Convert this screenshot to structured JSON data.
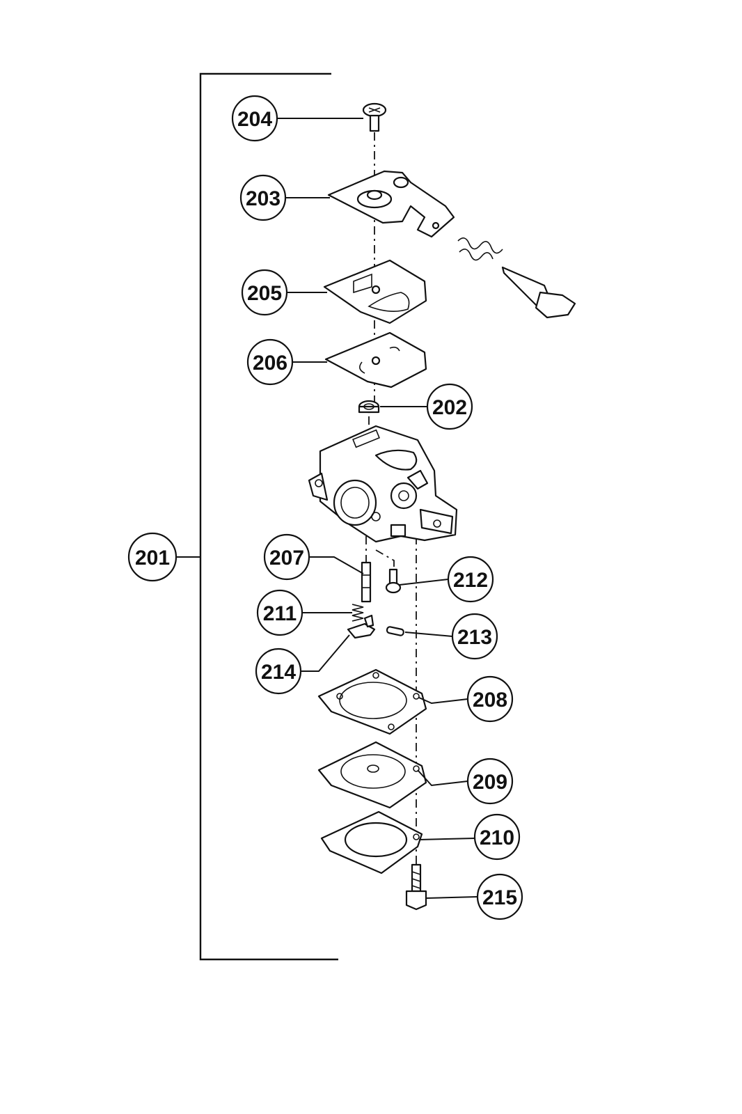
{
  "callouts": [
    {
      "label": "201"
    },
    {
      "label": "202"
    },
    {
      "label": "203"
    },
    {
      "label": "204"
    },
    {
      "label": "205"
    },
    {
      "label": "206"
    },
    {
      "label": "207"
    },
    {
      "label": "208"
    },
    {
      "label": "209"
    },
    {
      "label": "210"
    },
    {
      "label": "211"
    },
    {
      "label": "212"
    },
    {
      "label": "213"
    },
    {
      "label": "214"
    },
    {
      "label": "215"
    }
  ]
}
